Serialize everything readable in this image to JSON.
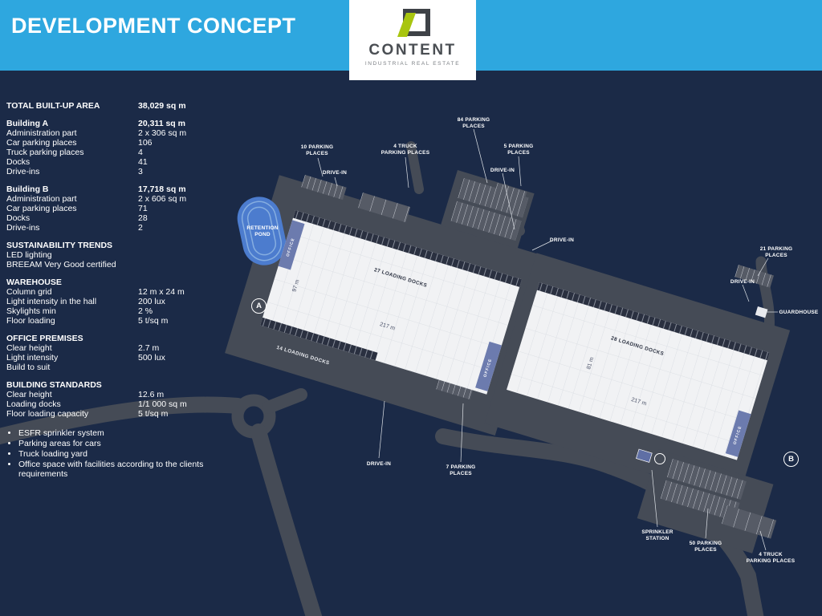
{
  "header": {
    "title": "DEVELOPMENT CONCEPT"
  },
  "logo": {
    "name": "CONTENT",
    "tagline": "INDUSTRIAL REAL ESTATE"
  },
  "specs": {
    "total_label": "TOTAL BUILT-UP AREA",
    "total_value": "38,029 sq m",
    "building_a": {
      "title": "Building A",
      "value": "20,311 sq m",
      "rows": [
        {
          "label": "Administration part",
          "value": "2 x 306 sq m"
        },
        {
          "label": "Car parking places",
          "value": "106"
        },
        {
          "label": "Truck parking places",
          "value": "4"
        },
        {
          "label": "Docks",
          "value": "41"
        },
        {
          "label": "Drive-ins",
          "value": "3"
        }
      ]
    },
    "building_b": {
      "title": "Building B",
      "value": "17,718 sq m",
      "rows": [
        {
          "label": "Administration part",
          "value": "2 x 606 sq m"
        },
        {
          "label": "Car parking places",
          "value": "71"
        },
        {
          "label": "Docks",
          "value": "28"
        },
        {
          "label": "Drive-ins",
          "value": "2"
        }
      ]
    },
    "sustainability": {
      "title": "SUSTAINABILITY TRENDS",
      "lines": [
        "LED lighting",
        "BREEAM Very Good certified"
      ]
    },
    "warehouse": {
      "title": "WAREHOUSE",
      "rows": [
        {
          "label": "Column grid",
          "value": "12 m x 24 m"
        },
        {
          "label": "Light intensity in the hall",
          "value": "200 lux"
        },
        {
          "label": "Skylights min",
          "value": "2 %"
        },
        {
          "label": "Floor loading",
          "value": "5 t/sq m"
        }
      ]
    },
    "office": {
      "title": "OFFICE PREMISES",
      "rows": [
        {
          "label": "Clear height",
          "value": "2.7 m"
        },
        {
          "label": "Light intensity",
          "value": "500 lux"
        },
        {
          "label": "Build to suit",
          "value": ""
        }
      ]
    },
    "standards": {
      "title": "BUILDING STANDARDS",
      "rows": [
        {
          "label": "Clear height",
          "value": "12.6 m"
        },
        {
          "label": "Loading docks",
          "value": "1/1 000 sq m"
        },
        {
          "label": "Floor loading capacity",
          "value": "5 t/sq m"
        }
      ]
    },
    "bullets": [
      "ESFR sprinkler system",
      "Parking areas for cars",
      "Truck loading yard",
      "Office space with facilities according to the clients requirements"
    ]
  },
  "map": {
    "drive_in": "DRIVE-IN",
    "parking_84": "84 PARKING\nPLACES",
    "parking_10": "10 PARKING\nPLACES",
    "truck_4_top": "4 TRUCK\nPARKING PLACES",
    "parking_5": "5 PARKING\nPLACES",
    "parking_21": "21 PARKING\nPLACES",
    "parking_7": "7 PARKING\nPLACES",
    "parking_50": "50 PARKING\nPLACES",
    "truck_4_bottom": "4 TRUCK\nPARKING PLACES",
    "guardhouse": "GUARDHOUSE",
    "retention_pond": "RETENTION\nPOND",
    "sprinkler": "SPRINKLER\nSTATION",
    "building_a_marker": "A",
    "building_b_marker": "B",
    "docks_27": "27 LOADING DOCKS",
    "docks_14": "14 LOADING DOCKS",
    "docks_28": "28 LOADING DOCKS",
    "dim_a_width": "97 m",
    "dim_a_length": "217 m",
    "dim_b_width": "81 m",
    "dim_b_length": "217 m",
    "office": "OFFICE"
  }
}
